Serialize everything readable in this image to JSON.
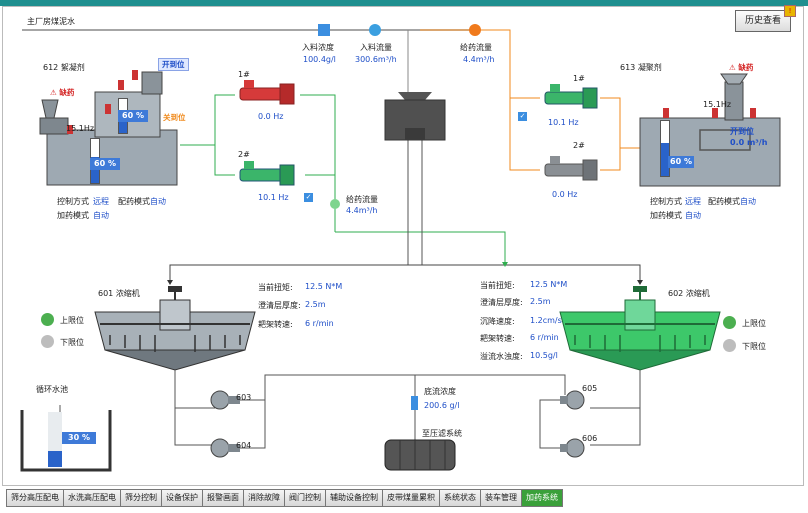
{
  "top": {
    "pipe_label": "主厂房煤泥水",
    "history_button": "历史查看",
    "history_badge": "!",
    "inflow_conc_label": "入料浓度",
    "inflow_conc_value": "100.4g/l",
    "inflow_flow_label": "入料流量",
    "inflow_flow_value": "300.6m³/h",
    "dose_flow_label": "给药流量",
    "dose_flow_value": "4.4m³/h"
  },
  "left_unit": {
    "title": "612 絮凝剂",
    "lack_tag": "缺药",
    "open_tag": "开到位",
    "close_tag": "关到位",
    "freq": "15.1Hz",
    "tank_upper_pct": "60 %",
    "tank_lower_pct": "60 %",
    "tank_upper_level": 0.6,
    "tank_lower_level": 0.6,
    "ctrl_mode_label": "控制方式",
    "ctrl_mode_value": "远程",
    "dose_mode_label": "加药模式",
    "dose_mode_value": "自动",
    "mix_mode_label": "配药模式",
    "mix_mode_value": "自动"
  },
  "right_unit": {
    "title": "613 凝聚剂",
    "lack_tag": "缺药",
    "freq": "15.1Hz",
    "open_tag": "开到位",
    "flow": "0.0 m³/h",
    "tank_pct": "60 %",
    "tank_level": 0.6,
    "ctrl_mode_label": "控制方式",
    "ctrl_mode_value": "远程",
    "dose_mode_label": "加药模式",
    "dose_mode_value": "自动",
    "mix_mode_label": "配药模式",
    "mix_mode_value": "自动"
  },
  "pumps_left": {
    "p1_id": "1#",
    "p1_freq": "0.0 Hz",
    "p2_id": "2#",
    "p2_freq": "10.1 Hz"
  },
  "pumps_right": {
    "p1_id": "1#",
    "p1_freq": "10.1 Hz",
    "p2_id": "2#",
    "p2_freq": "0.0 Hz"
  },
  "mid_dose": {
    "label": "给药流量",
    "value": "4.4m³/h"
  },
  "thickener_601": {
    "title": "601 浓缩机",
    "torque_label": "当前扭矩:",
    "torque_value": "12.5 N*M",
    "clear_label": "澄清层厚度:",
    "clear_value": "2.5m",
    "rake_label": "耙架转速:",
    "rake_value": "6 r/min",
    "upper_label": "上限位",
    "lower_label": "下限位"
  },
  "thickener_602": {
    "title": "602 浓缩机",
    "torque_label": "当前扭矩:",
    "torque_value": "12.5 N*M",
    "clear_label": "澄清层厚度:",
    "clear_value": "2.5m",
    "settle_label": "沉降速度:",
    "settle_value": "1.2cm/s",
    "rake_label": "耙架转速:",
    "rake_value": "6 r/min",
    "overflow_label": "溢流水浊度:",
    "overflow_value": "10.5g/l",
    "upper_label": "上限位",
    "lower_label": "下限位"
  },
  "bottom": {
    "pool_title": "循环水池",
    "pool_pct": "30 %",
    "pool_level": 0.3,
    "pump_603": "603",
    "pump_604": "604",
    "pump_605": "605",
    "pump_606": "606",
    "underflow_label": "底流浓度",
    "underflow_value": "200.6 g/l",
    "filter_label": "至压滤系统"
  },
  "tabs": [
    "筛分高压配电",
    "水洗高压配电",
    "筛分控制",
    "设备保护",
    "报警画面",
    "消除故障",
    "阀门控制",
    "辅助设备控制",
    "皮带煤量累积",
    "系统状态",
    "装车管理",
    "加药系统"
  ],
  "active_tab": 11,
  "colors": {
    "green": "#2fae4f",
    "red": "#d42626",
    "orange": "#f08a1c",
    "blue": "#1f4fc8",
    "teal": "#1f8f8f"
  }
}
